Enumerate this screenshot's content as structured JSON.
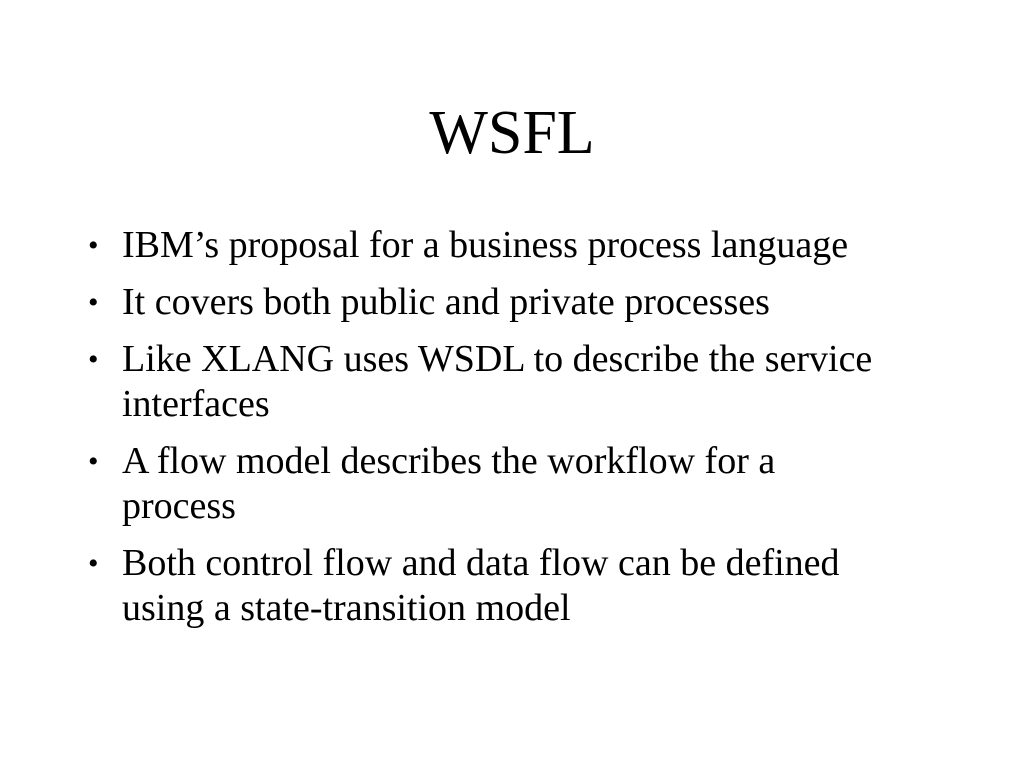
{
  "slide": {
    "title": "WSFL",
    "bullet_char": "•",
    "bullets": [
      {
        "lines": [
          "IBM’s proposal for a business process language"
        ]
      },
      {
        "lines": [
          "It covers both public and private processes"
        ]
      },
      {
        "lines": [
          "Like XLANG uses WSDL to describe the service",
          "interfaces"
        ]
      },
      {
        "lines": [
          "A flow model describes the workflow for a",
          "process"
        ]
      },
      {
        "lines": [
          "Both control flow and data flow can be defined",
          "using a state-transition model"
        ]
      }
    ],
    "colors": {
      "background": "#ffffff",
      "text": "#000000"
    }
  }
}
